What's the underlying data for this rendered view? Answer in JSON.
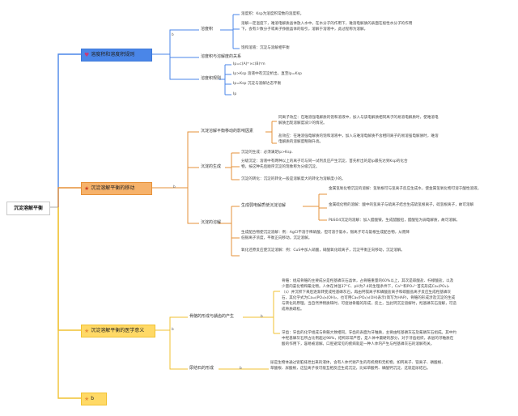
{
  "root": {
    "title": "沉淀溶解平衡"
  },
  "topics": [
    {
      "label": "溶度积和溶度积规则",
      "icon": "♥",
      "color": "#4a86e8",
      "marker": "b",
      "children": [
        {
          "label": "溶度积",
          "notes": [
            "溶度积：Ksp为溶度积常数的溶度积。",
            "溶解一定温度下，难溶电解质晶体放入水中，在水分子的作用下，难溶电解质的表面在极性水分子的作用下，会有少数分子或离子挣脱晶体的吸引，溶解于溶液中，此过程称为溶解。",
            "饱和溶液：沉淀与溶解相平衡"
          ]
        },
        {
          "label": "溶度积与溶解度的关系",
          "notes": []
        },
        {
          "label": "溶度积规则",
          "notes": [
            "Ip=c(A)ᵐ×c(B)ⁿm",
            "Ip>Ksp 溶液中有沉淀析出，直至Ip=Ksp",
            "Ip=Ksp 沉淀与溶解达态平衡",
            "Ip"
          ]
        }
      ]
    },
    {
      "label": "沉淀溶解平衡的移动",
      "icon": "★",
      "color": "#e69138",
      "marker": "b",
      "children": [
        {
          "label": "沉淀溶解平衡移动的影响因素",
          "notes": [
            "同离子效应：在难溶强电解质的饱和溶液中，加入与该电解质相同离子的易溶电解质时，使难溶电解质出现溶解度减少的情况。",
            "盐效应：在难溶强电解质的饱和溶液中，加入与难溶电解质不含相同离子的易溶强电解质时，难溶电解质的溶解度略微升高。"
          ]
        },
        {
          "label": "沉淀的生成",
          "notes": [
            "沉淀的生成：必须满足Ip>Ksp.",
            "分级沉淀：溶液中有两种以上的离子可与同一试剂反应产生沉淀，首先析出的是Ip最先达到Ksp的化合物，按这种先后顺序沉淀的现象称为分级沉淀。",
            "沉淀的转化：沉淀的转化一般是溶解度大的转化为溶解度小的。"
          ]
        },
        {
          "label": "沉淀的溶解",
          "notes": []
        }
      ],
      "dissolution": {
        "label": "生成弱电解质使沉淀溶解",
        "notes": [
          "金属氢氧化物沉淀的溶解：氢氧根可与氢离子反应生成水，使金属氢氧化物可溶于酸性溶液。",
          "金属硫化物的溶解：酸中的氢离子与硫离子结合生成硫氢根离子，硫氢根离子，故可溶解",
          "PbSO4沉淀的溶解：加入醋酸铵，生成醋酸铅，醋酸铅为弱电解质，故可溶解。"
        ],
        "others": [
          "生成配合物使沉淀溶解：例：AgCl不溶于稀硝酸，但可溶于氨水，银离子可与氨根生成配合物，从而降低银离子浓度，平衡正向移动，沉淀溶解。",
          "氧化还原反应使沉淀溶解：例：CuS中加入硝酸，硝酸氧化硫离子，沉淀平衡正向移动，沉淀溶解。"
        ]
      }
    },
    {
      "label": "沉淀溶解平衡的医学意义",
      "icon": "★",
      "color": "#f1c232",
      "marker": "b",
      "children": [
        {
          "label": "骨骼的形成与龋齿的产生",
          "marker": "b",
          "notes": [
            "骨骼：组成骨骼的主要成分是羟基磷灰石晶体，占骨骼重量的60%以上，其次是碳酸盐、柠檬酸盐，以及少量的氯化物和氟化物。人体在体温37°C、pH为7.4的生理条件下，Ca²⁺和PO₄³⁻首先形成Ca₃(PO₄)₂（s）并沉积下来后逐渐转变成羟基磷灰石，再由钙镁离子和磷酸盐离子和碳酸盐离子反应生成羟基磷灰石，其化学式为Ca₁₀(PO₄)₆(OH)₂，也可用Ca₅(PO₄)₃(OH)表示(简写为HAP)，骨骼的形成涉及沉淀的生成与转化的原理，当自然界物质缺时，可促进骨骼的形成，反之，当此钙沉淀溶解时，羟基磷灰石溶解，可造成骨质疏松。",
            "牙齿：牙齿的化学组成与骨骼大致相同。牙齿的表面为牙釉质，主要由羟基磷灰石及氟磷灰石组成。其中约 中羟基磷灰石所占比例超过98%，结构非常严密，是人体中最硬的部分，对于牙齿组织，表层的牙釉质在酸的作用下，容易被溶解。口腔避常见的疾病就是一种人体内产生与羟基磷灰石的溶解有关。"
          ]
        },
        {
          "label": "尿结石的形成",
          "marker": "b",
          "notes": [
            "尿是生物体通过肾脏排泄出来的液体，含有人体代谢产生的有机物和无机物，如钙离子、镁离子、磷酸根、草酸根、尿酸根，这些离子很可能互相反应生成沉淀，比如草酸钙、磷酸钙沉淀，这就是尿结石。"
          ]
        }
      ]
    },
    {
      "label": "b",
      "icon": "★",
      "color": "#f1c232",
      "children": []
    }
  ]
}
